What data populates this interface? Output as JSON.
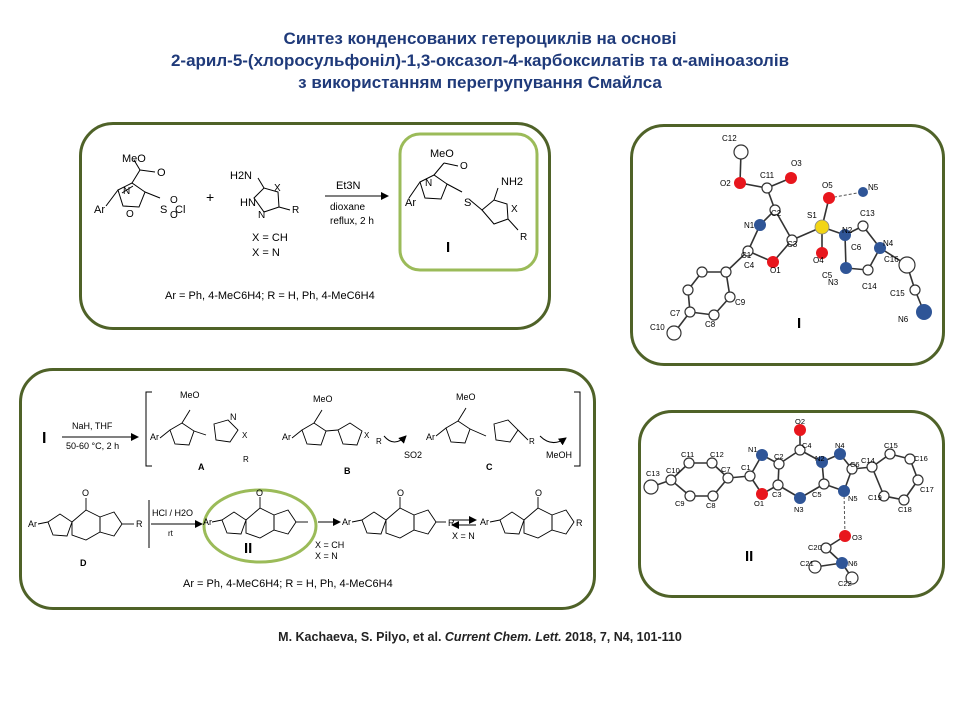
{
  "title": {
    "line1": "Синтез конденсованих гетероциклів на основі",
    "line2": "2-арил-5-(хлоросульфоніл)-1,3-оксазол-4-карбоксилатів та α-аміноазолів",
    "line3": "з використанням перегрупування Смайлса"
  },
  "panel1": {
    "reagent_meo": "MeO",
    "reagent_o": "O",
    "ar": "Ar",
    "n": "N",
    "so2cl": "S",
    "cl": "Cl",
    "plus": "+",
    "h2n": "H2N",
    "hn": "HN",
    "x": "X",
    "r": "R",
    "x_ch": "X = CH",
    "x_n": "X = N",
    "arrow_top": "Et3N",
    "arrow_bottom1": "dioxane",
    "arrow_bottom2": "reflux, 2 h",
    "product_label": "I",
    "nh2": "NH2",
    "conditions": "Ar = Ph, 4-MeC6H4;  R = H, Ph, 4-MeC6H4"
  },
  "panel2": {
    "label_I": "I",
    "step1_top": "NaH, THF",
    "step1_bottom": "50-60 °C, 2 h",
    "A": "A",
    "B": "B",
    "C": "C",
    "D": "D",
    "so2": "SO2",
    "meoh": "MeOH",
    "step2_top": "HCl / H2O",
    "step2_bottom": "rt",
    "product_label": "II",
    "x_ch": "X = CH",
    "x_n": "X = N",
    "eq": "X = N",
    "conditions": "Ar = Ph, 4-MeC6H4;  R = H, Ph, 4-MeC6H4"
  },
  "crystal1": {
    "label": "I",
    "atoms": [
      "C12",
      "O2",
      "C11",
      "O3",
      "O5",
      "N5",
      "N1",
      "C2",
      "S1",
      "N2",
      "C13",
      "N4",
      "C1",
      "C3",
      "O4",
      "O1",
      "C5",
      "C4",
      "C16",
      "C6",
      "N3",
      "C14",
      "C15",
      "C7",
      "C9",
      "C10",
      "C8",
      "N6"
    ]
  },
  "crystal2": {
    "label": "II",
    "atoms": [
      "O2",
      "C11",
      "C12",
      "N1",
      "C4",
      "N4",
      "C15",
      "C16",
      "C13",
      "C10",
      "C7",
      "C1",
      "C2",
      "N2",
      "C6",
      "C14",
      "C17",
      "C9",
      "C8",
      "O1",
      "C3",
      "C5",
      "N5",
      "C19",
      "C18",
      "N3",
      "O3",
      "C20",
      "N6",
      "C21",
      "C22"
    ]
  },
  "citation": {
    "authors": "M. Kachaeva, S. Pilyo, et al.",
    "journal": "Current Chem. Lett.",
    "details": "2018, 7, N4, 101-110"
  }
}
